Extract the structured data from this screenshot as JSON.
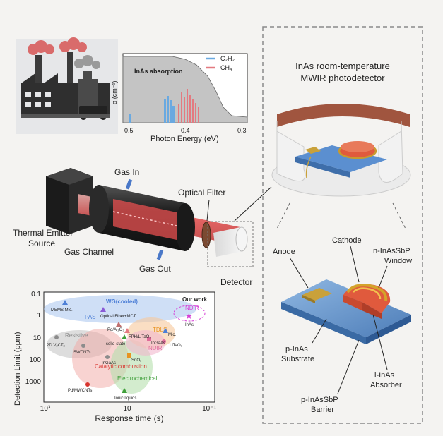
{
  "factory": {
    "labels": []
  },
  "absorption_plot": {
    "inner_title": "InAs absorption",
    "ylabel": "α (cm⁻¹)",
    "xlabel": "Photon Energy (eV)",
    "x_ticks": [
      "0.5",
      "0.4",
      "0.3"
    ],
    "legend": [
      {
        "name": "C₂H₂",
        "color": "#6aa9e0"
      },
      {
        "name": "CH₄",
        "color": "#e37a80"
      }
    ]
  },
  "gas_cell": {
    "gas_in": "Gas In",
    "gas_out": "Gas Out",
    "optical_filter": "Optical Filter",
    "thermal_emitter_line1": "Thermal Emitter",
    "thermal_emitter_line2": "Source",
    "gas_channel": "Gas Channel",
    "detector": "Detector"
  },
  "photodetector": {
    "title_line1": "InAs room-temperature",
    "title_line2": "MWIR photodetector",
    "anode": "Anode",
    "cathode": "Cathode",
    "window_line1": "n-InAsSbP",
    "window_line2": "Window",
    "substrate_line1": "p-InAs",
    "substrate_line2": "Substrate",
    "absorber_line1": "i-InAs",
    "absorber_line2": "Absorber",
    "barrier_line1": "p-InAsSbP",
    "barrier_line2": "Barrier"
  },
  "comparison_plot": {
    "ylabel": "Detection Limit (ppm)",
    "xlabel": "Response time (s)",
    "y_ticks": [
      "0.1",
      "1",
      "10",
      "100",
      "1000"
    ],
    "x_ticks": [
      "10³",
      "10",
      "10⁻¹"
    ],
    "regions": [
      {
        "label": "WG(cooled)",
        "color": "#4d7fd6"
      },
      {
        "label": "PAS",
        "color": "#4d7fd6"
      },
      {
        "label": "Resistive",
        "color": "#8c8c8c"
      },
      {
        "label": "Catalytic combustion",
        "color": "#d8342e"
      },
      {
        "label": "Electrochemical",
        "color": "#3f9f3a"
      },
      {
        "label": "TDLS",
        "color": "#e89320"
      },
      {
        "label": "NDIR",
        "color": "#e06b9a"
      },
      {
        "label": "NDIR",
        "color": "#d63fd6"
      }
    ],
    "points": [
      {
        "label": "MEMS Mic."
      },
      {
        "label": "Optical Fiber+MCT"
      },
      {
        "label": "Pd/Al₂O₃"
      },
      {
        "label": "FPH/LiTaO₃"
      },
      {
        "label": "solid-state"
      },
      {
        "label": "2D V₂CTₓ"
      },
      {
        "label": "SWCNTs"
      },
      {
        "label": "InGaAs"
      },
      {
        "label": "SnO₂"
      },
      {
        "label": "LiTaO₃"
      },
      {
        "label": "Mic."
      },
      {
        "label": "InGaAs"
      },
      {
        "label": "Pd/MWCNTs"
      },
      {
        "label": "Ionic liquids"
      },
      {
        "label": "InAs"
      }
    ],
    "our_work": "Our work"
  }
}
